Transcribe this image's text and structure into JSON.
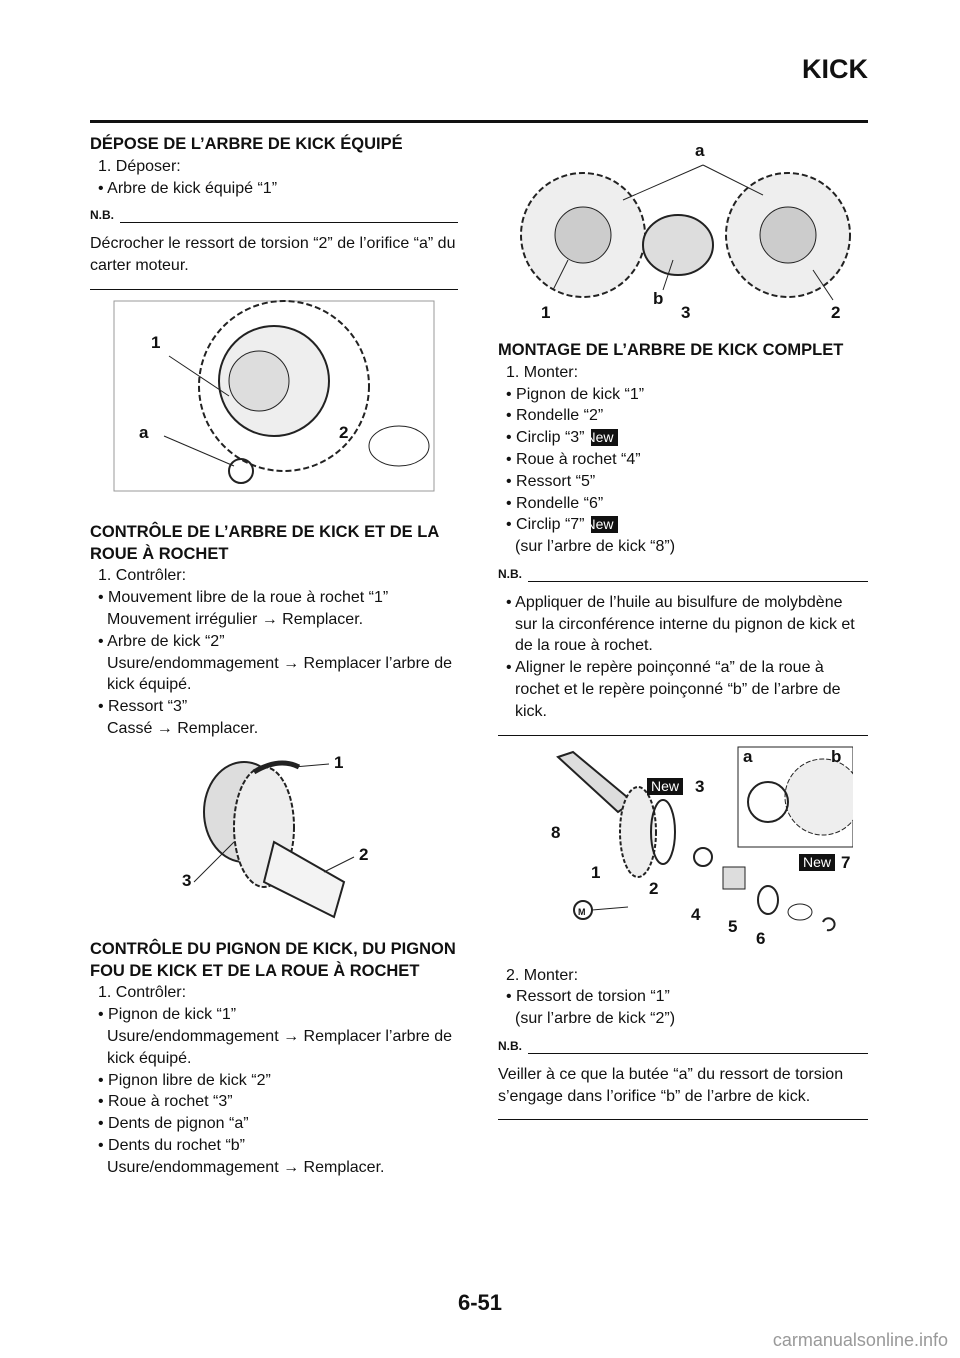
{
  "header": {
    "title": "KICK"
  },
  "left": {
    "s1": {
      "heading": "DÉPOSE DE L’ARBRE DE KICK ÉQUIPÉ",
      "step": "1. Déposer:",
      "item": "• Arbre de kick équipé “1”",
      "nb": "N.B.",
      "note": "Décrocher le ressort de torsion “2” de l’orifice “a” du carter moteur."
    },
    "fig1": {
      "labels": [
        "1",
        "a",
        "2"
      ]
    },
    "s2": {
      "heading": "CONTRÔLE DE L’ARBRE DE KICK ET DE LA ROUE À ROCHET",
      "step": "1. Contrôler:",
      "items": [
        "• Mouvement libre de la roue à rochet “1”",
        "Mouvement irrégulier → Remplacer.",
        "• Arbre de kick “2”",
        "Usure/endommagement → Remplacer l’arbre de kick équipé.",
        "• Ressort “3”",
        "Cassé → Remplacer."
      ]
    },
    "fig2": {
      "labels": [
        "1",
        "2",
        "3"
      ]
    },
    "s3": {
      "heading": "CONTRÔLE DU PIGNON DE KICK, DU PIGNON FOU DE KICK ET DE LA ROUE À ROCHET",
      "step": "1. Contrôler:",
      "items": [
        "• Pignon de kick “1”",
        "Usure/endommagement → Remplacer l’arbre de kick équipé.",
        "• Pignon libre de kick “2”",
        "• Roue à rochet “3”",
        "• Dents de pignon “a”",
        "• Dents du rochet “b”",
        "Usure/endommagement → Remplacer."
      ]
    }
  },
  "right": {
    "fig3": {
      "labels": [
        "a",
        "b",
        "1",
        "3",
        "2"
      ]
    },
    "s4": {
      "heading": "MONTAGE DE L’ARBRE DE KICK COMPLET",
      "step": "1. Monter:",
      "items": [
        "• Pignon de kick “1”",
        "• Rondelle “2”",
        "• Circlip “3”",
        "• Roue à rochet “4”",
        "• Ressort “5”",
        "• Rondelle “6”",
        "• Circlip “7”",
        "(sur l’arbre de kick “8”)"
      ],
      "new_badge": "New",
      "nb": "N.B.",
      "notes": [
        "• Appliquer de l’huile au bisulfure de molybdène sur la circonférence interne du pignon de kick et de la roue à rochet.",
        "• Aligner le repère poinçonné “a” de la roue à rochet et le repère poinçonné “b” de l’arbre de kick."
      ]
    },
    "fig4": {
      "labels": [
        "a",
        "b",
        "3",
        "8",
        "1",
        "2",
        "4",
        "5",
        "6",
        "7"
      ],
      "new_badge": "New",
      "lube": "M"
    },
    "s5": {
      "step": "2. Monter:",
      "item": "• Ressort de torsion “1”",
      "item2": "(sur l’arbre de kick “2”)",
      "nb": "N.B.",
      "note": "Veiller à ce que la butée “a” du ressort de torsion s’engage dans l’orifice “b” de l’arbre de kick."
    }
  },
  "footer": {
    "page_number": "6-51",
    "watermark": "carmanualsonline.info"
  }
}
